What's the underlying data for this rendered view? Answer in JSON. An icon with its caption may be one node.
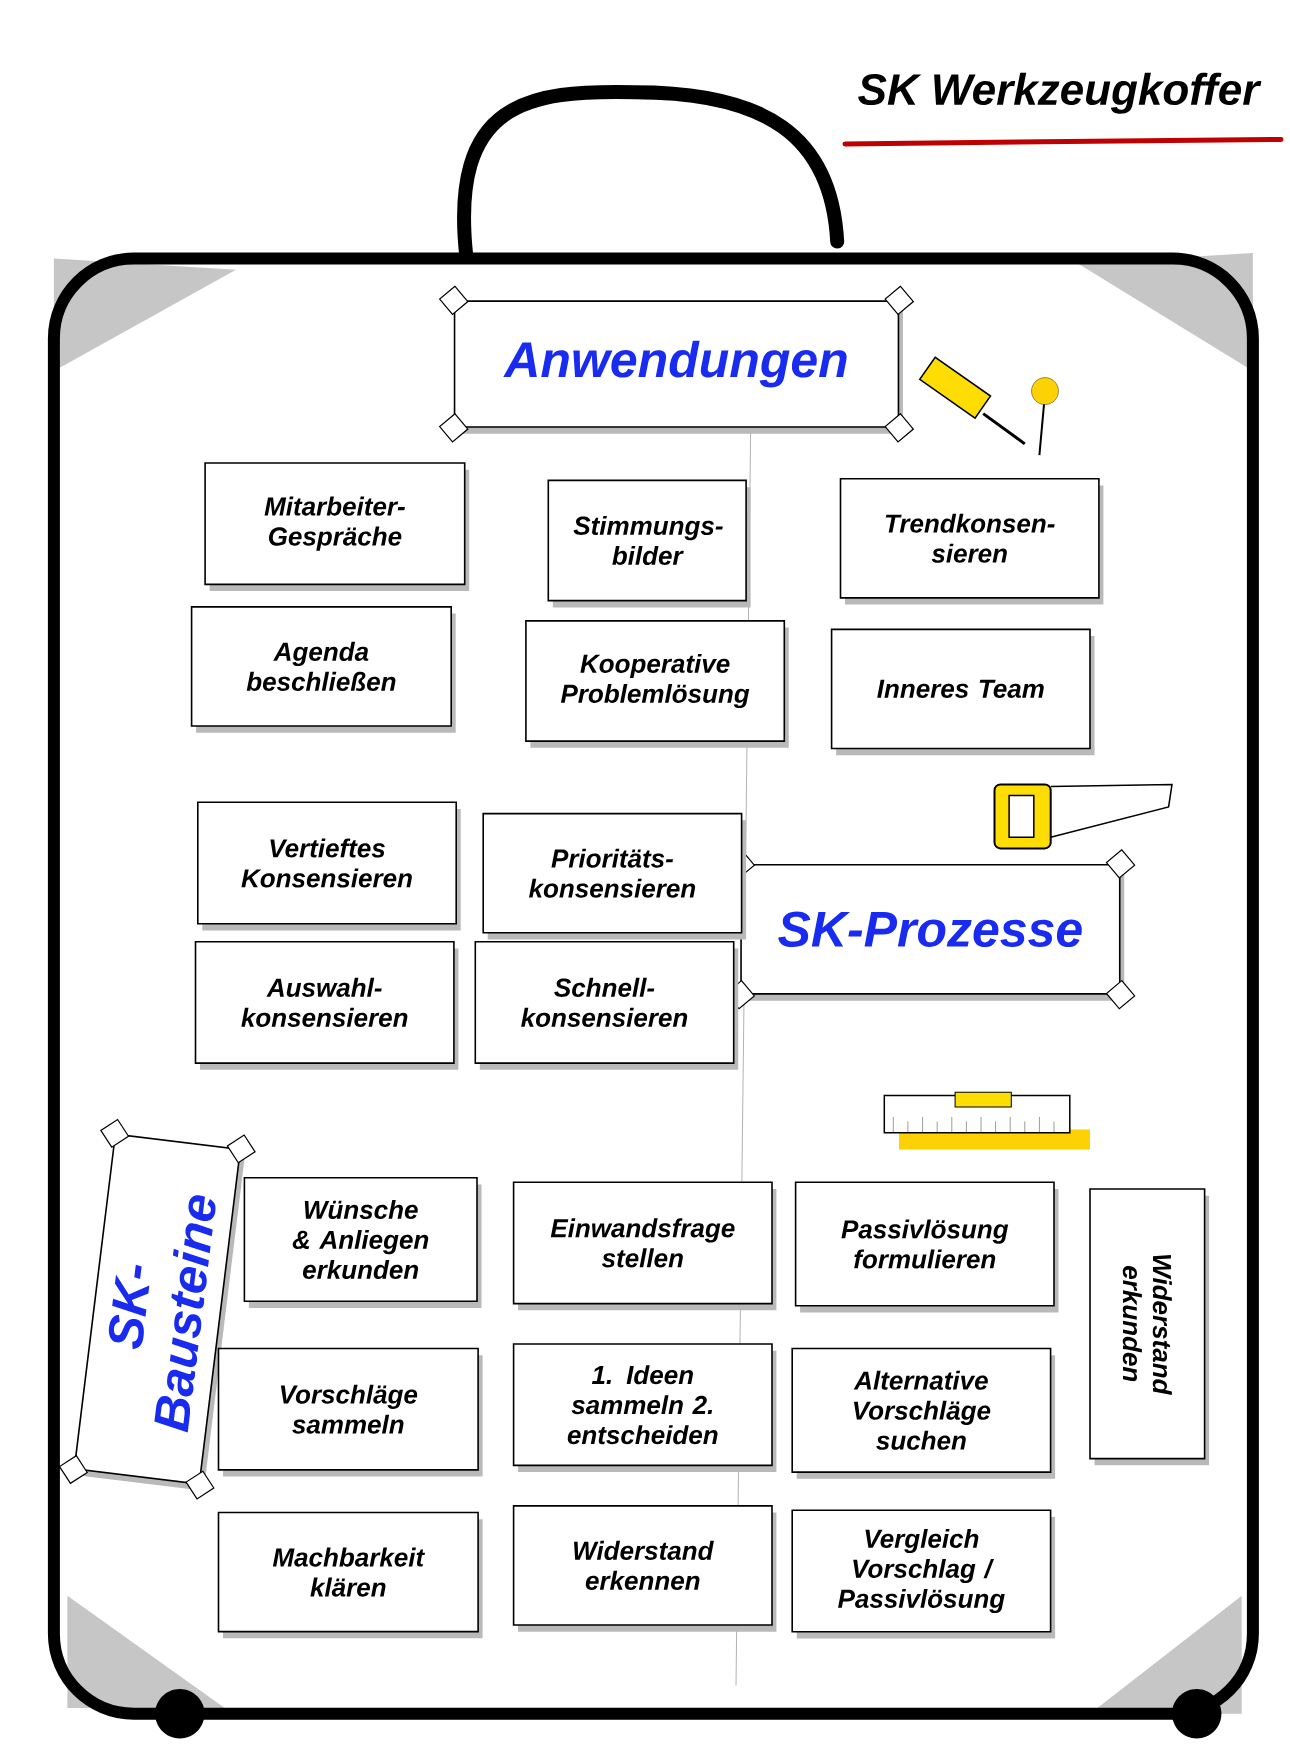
{
  "diagram": {
    "title": "SK Werkzeugkoffer",
    "nodes": [
      {
        "text": [
          "Anwendungen"
        ]
      },
      {
        "text": [
          "Mitarbeiter- Gespräche"
        ]
      },
      {
        "text": [
          "Stimmungs- bilder"
        ]
      },
      {
        "text": [
          "Trendkonsen- sieren"
        ]
      },
      {
        "text": [
          "Agenda beschließen"
        ]
      },
      {
        "text": [
          "Kooperative Problemlösung"
        ]
      },
      {
        "text": [
          "Inneres Team"
        ]
      },
      {
        "text": [
          "SK-Prozesse"
        ]
      },
      {
        "text": [
          "Vertieftes Konsensieren"
        ]
      },
      {
        "text": [
          "Prioritäts- konsensieren"
        ]
      },
      {
        "text": [
          "Auswahl- konsensieren"
        ]
      },
      {
        "text": [
          "Schnell- konsensieren"
        ]
      },
      {
        "text": [
          "SK- Bausteine"
        ]
      },
      {
        "text": [
          "Wünsche & Anliegen erkunden"
        ]
      },
      {
        "text": [
          "Einwandsfrage stellen"
        ]
      },
      {
        "text": [
          "Passivlösung formulieren"
        ]
      },
      {
        "text": [
          "Widerstand erkunden"
        ]
      },
      {
        "text": [
          "Vorschläge sammeln"
        ]
      },
      {
        "text": [
          "1. Ideen sammeln 2. entscheiden"
        ]
      },
      {
        "text": [
          "Alternative Vorschläge suchen"
        ]
      },
      {
        "text": [
          "Machbarkeit klären"
        ]
      },
      {
        "text": [
          "Widerstand erkennen"
        ]
      },
      {
        "text": [
          "Vergleich Vorschlag / Passivlösung"
        ]
      }
    ]
  }
}
